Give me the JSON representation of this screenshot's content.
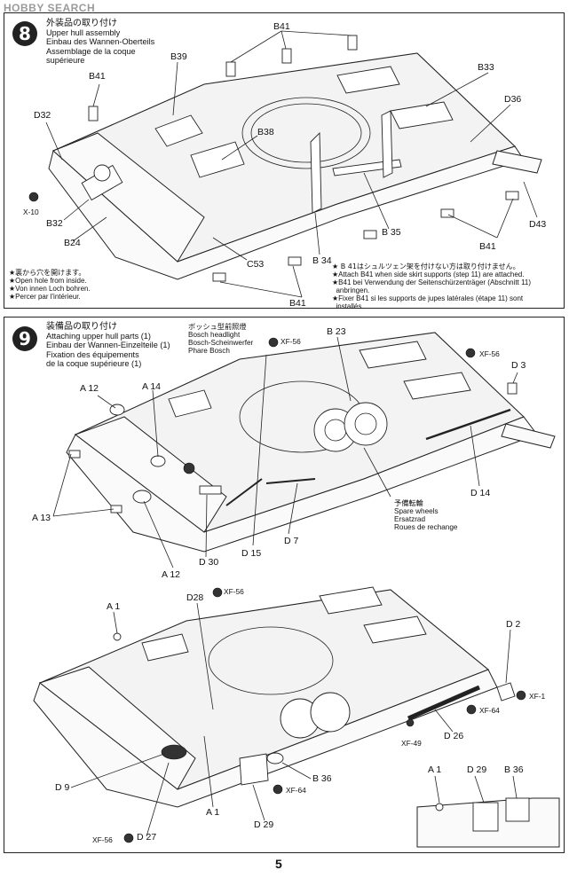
{
  "watermark": "HOBBY SEARCH",
  "page_number": "5",
  "step8": {
    "number": "8",
    "title_jp": "外装品の取り付け",
    "title_en": "Upper hull assembly",
    "title_de": "Einbau des Wannen-Oberteils",
    "title_fr": "Assemblage de la coque",
    "title_fr2": "supérieure",
    "labels": {
      "b41_top": "B41",
      "b39": "B39",
      "b41_left": "B41",
      "b33": "B33",
      "d32": "D32",
      "d36": "D36",
      "b38": "B38",
      "x10": "X-10",
      "b32": "B32",
      "b24": "B24",
      "d43": "D43",
      "b35": "B 35",
      "b41_right": "B41",
      "c53": "C53",
      "b34": "B 34",
      "b41_bottom": "B41"
    },
    "note_left": [
      "★裏から穴を開けます。",
      "★Open hole from inside.",
      "★Von innen Loch bohren.",
      "★Percer par l'intérieur."
    ],
    "note_right": [
      "★ B 41はシュルツェン架を付けない方は取り付けません。",
      "★Attach B41 when side skirt supports (step 11) are attached.",
      "★B41 bei Verwendung der Seitenschürzenträger (Abschnitt 11)",
      "  anbringen.",
      "★Fixer B41 si les supports de jupes latérales (étape 11) sont",
      "  installés."
    ]
  },
  "step9": {
    "number": "9",
    "title_jp": "装備品の取り付け",
    "title_en": "Attaching upper hull parts (1)",
    "title_de": "Einbau der Wannen-Einzelteile (1)",
    "title_fr": "Fixation des équipements",
    "title_fr2": "de la coque supérieure (1)",
    "headlight": [
      "ボッシュ型前照燈",
      "Bosch headlight",
      "Bosch-Scheinwerfer",
      "Phare Bosch"
    ],
    "spare_wheels": [
      "予備転輪",
      "Spare wheels",
      "Ersatzrad",
      "Roues de rechange"
    ],
    "labels": {
      "xf56_a": "XF-56",
      "b23": "B 23",
      "xf56_b": "XF-56",
      "d3": "D 3",
      "a12_top": "A 12",
      "a14": "A 14",
      "a13": "A 13",
      "a12_bot": "A 12",
      "d30": "D 30",
      "d15": "D 15",
      "d7": "D 7",
      "d14": "D 14",
      "d28": "D28",
      "xf56_c": "XF-56",
      "a1_top": "A 1",
      "d2": "D 2",
      "xf64_a": "XF-64",
      "xf1": "XF-1",
      "xf49": "XF-49",
      "d26": "D 26",
      "d9": "D 9",
      "b36": "B 36",
      "xf64_b": "XF-64",
      "a1_bot": "A 1",
      "d29": "D 29",
      "xf56_d": "XF-56",
      "d27": "D 27",
      "a1_inset": "A 1",
      "d29_inset": "D 29",
      "b36_inset": "B 36"
    }
  }
}
